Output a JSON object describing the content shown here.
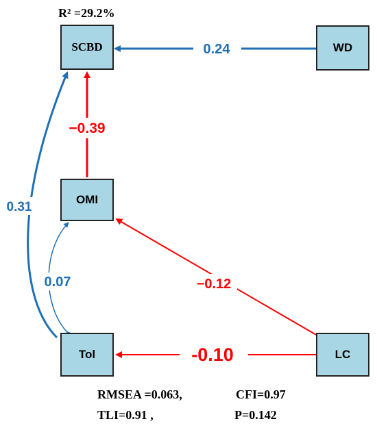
{
  "r_squared": "R² =29.2%",
  "nodes": {
    "scbd": "SCBD",
    "wd": "WD",
    "omi": "OMI",
    "tol": "Tol",
    "lc": "LC"
  },
  "paths": {
    "wd_scbd": "0.24",
    "omi_scbd": "−0.39",
    "tol_scbd": "0.31",
    "tol_omi": "0.07",
    "lc_omi": "−0.12",
    "lc_tol": "-0.10"
  },
  "fit": {
    "rmsea": "RMSEA =0.063,",
    "cfi": "CFI=0.97",
    "tli": "TLI=0.91 ,",
    "p": "P=0.142"
  },
  "colors": {
    "positive": "#1f6fb5",
    "negative": "#ff0000",
    "node_fill": "#a9d6e5"
  }
}
